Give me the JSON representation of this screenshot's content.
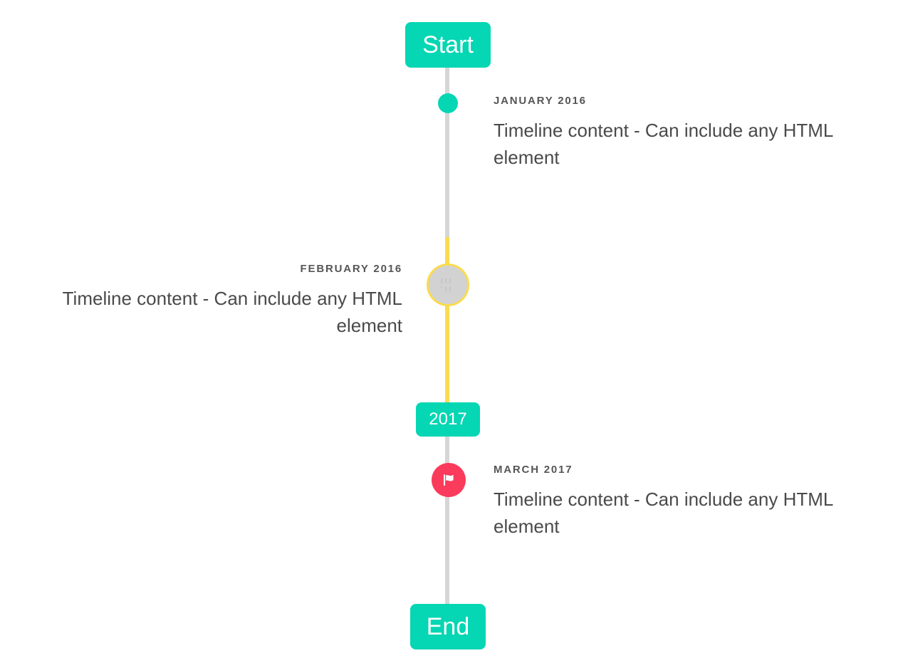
{
  "timeline": {
    "start_badge": {
      "label": "Start"
    },
    "year_badge": {
      "label": "2017"
    },
    "end_badge": {
      "label": "End"
    },
    "colors": {
      "accent_teal": "#05d6b3",
      "line_grey": "#d6d6d6",
      "line_yellow": "#fadb50",
      "marker_pink": "#fb3b5c",
      "marker_grey_fill": "#d2d2d2",
      "date_text": "#555555",
      "body_text": "#4a4a4a"
    },
    "entries": [
      {
        "date": "JANUARY 2016",
        "body": "Timeline content - Can include any HTML element",
        "side": "right",
        "marker": "dot-icon"
      },
      {
        "date": "FEBRUARY 2016",
        "body": "Timeline content - Can include any HTML element",
        "side": "left",
        "marker": "broken-image-icon"
      },
      {
        "date": "MARCH 2017",
        "body": "Timeline content - Can include any HTML element",
        "side": "right",
        "marker": "flag-icon"
      }
    ]
  }
}
